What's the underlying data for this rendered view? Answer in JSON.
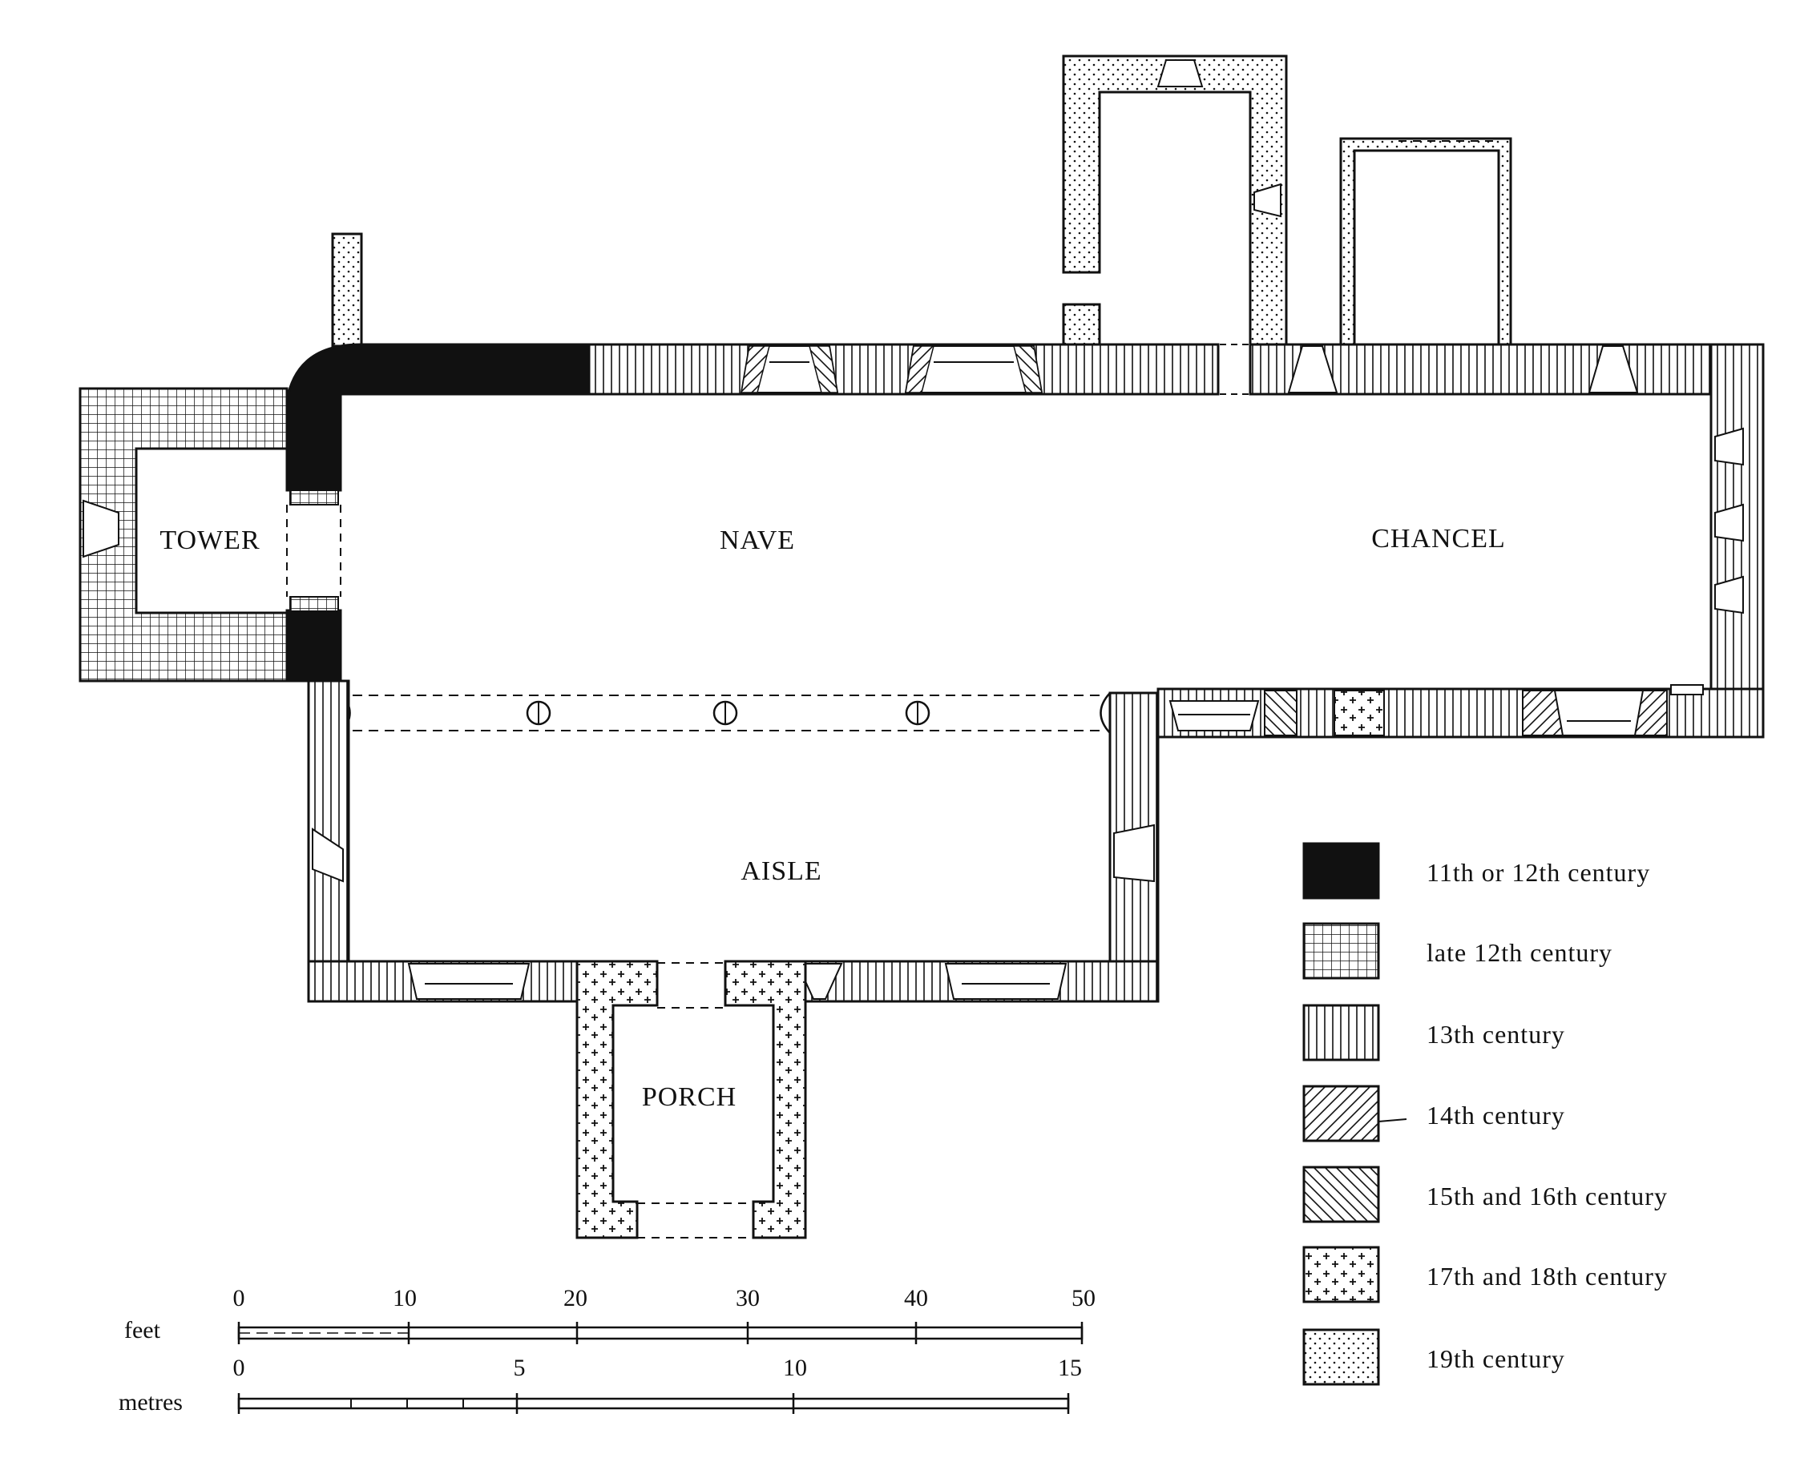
{
  "rooms": {
    "tower": "TOWER",
    "nave": "NAVE",
    "chancel": "CHANCEL",
    "aisle": "AISLE",
    "porch": "PORCH"
  },
  "legend": [
    {
      "label": "11th or 12th century",
      "pattern": "solid-black"
    },
    {
      "label": "late 12th century",
      "pattern": "grid"
    },
    {
      "label": "13th century",
      "pattern": "vertical-lines"
    },
    {
      "label": "14th century",
      "pattern": "diagonal-forward"
    },
    {
      "label": "15th and 16th century",
      "pattern": "diagonal-back"
    },
    {
      "label": "17th and 18th century",
      "pattern": "crosses"
    },
    {
      "label": "19th century",
      "pattern": "dots"
    }
  ],
  "scale": {
    "feet_label": "feet",
    "metres_label": "metres",
    "feet_ticks": [
      "0",
      "10",
      "20",
      "30",
      "40",
      "50"
    ],
    "metre_ticks": [
      "0",
      "5",
      "10",
      "15"
    ]
  }
}
